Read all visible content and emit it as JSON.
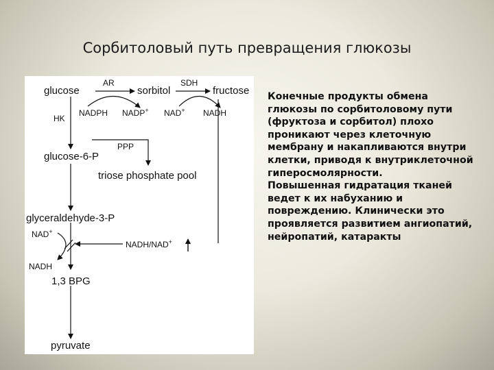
{
  "slide": {
    "title": "Сорбитоловый путь превращения глюкозы"
  },
  "diagram": {
    "glucose": "glucose",
    "sorbitol": "sorbitol",
    "fructose": "fructose",
    "enzyme_ar": "AR",
    "enzyme_sdh": "SDH",
    "nadph": "NADPH",
    "nadp_base": "NADP",
    "nad_base": "NAD",
    "plus": "+",
    "nadh": "NADH",
    "enzyme_hk": "HK",
    "glucose_6_p": "glucose-6-P",
    "ppp": "PPP",
    "triose_pool": "triose phosphate pool",
    "g3p": "glyceraldehyde-3-P",
    "nadh_nad_base": "NADH/NAD",
    "bpg": "1,3 BPG",
    "pyruvate": "pyruvate"
  },
  "body": {
    "paragraph1": "Конечные продукты обмена глюкозы по сорбитоловому пути (фруктоза и сорбитол) плохо проникают через клеточную мембрану и накапливаются внутри клетки, приводя к внутриклеточной гиперосмолярности.",
    "paragraph2": "Повышенная гидратация тканей ведет к их набуханию и повреждению. Клинически это проявляется развитием ангиопатий, нейропатий, катаракты"
  }
}
